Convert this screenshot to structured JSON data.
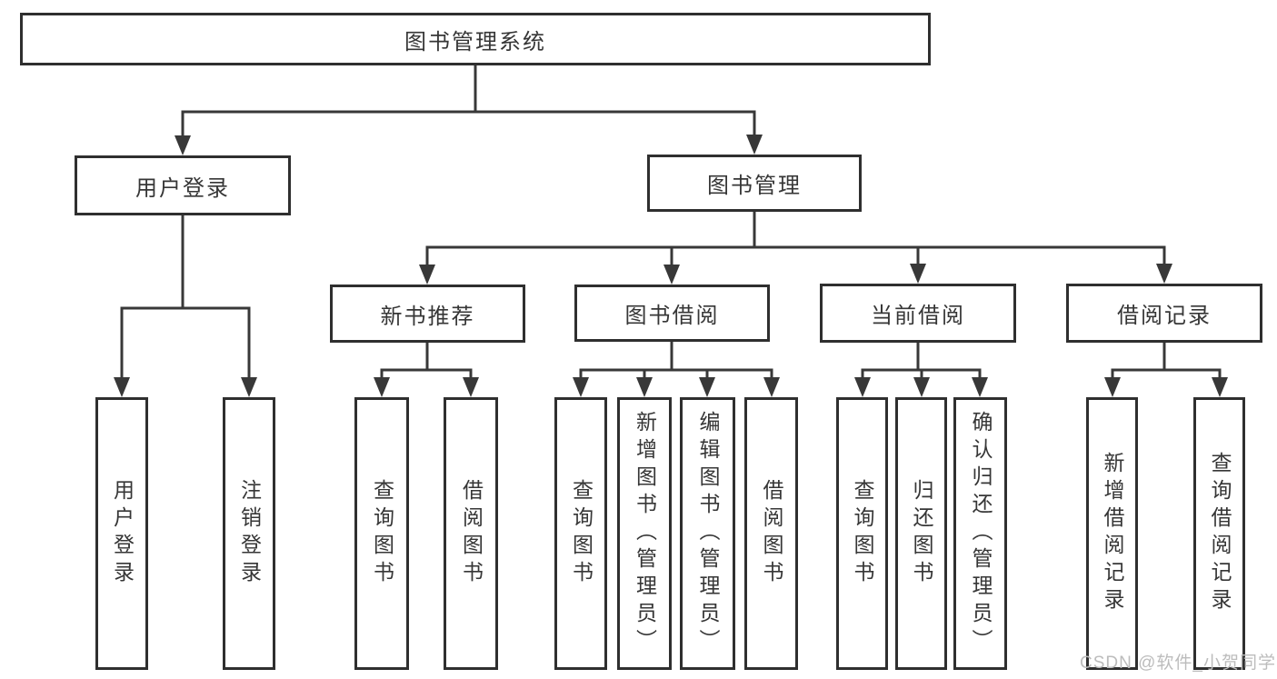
{
  "diagram_title": "图书管理系统",
  "chart_type": "tree-diagram",
  "tree": {
    "root": {
      "label": "图书管理系统"
    },
    "children": [
      {
        "label": "用户登录",
        "children": [
          {
            "label": "用户登录"
          },
          {
            "label": "注销登录"
          }
        ]
      },
      {
        "label": "图书管理",
        "children": [
          {
            "label": "新书推荐",
            "children": [
              {
                "label": "查询图书"
              },
              {
                "label": "借阅图书"
              }
            ]
          },
          {
            "label": "图书借阅",
            "children": [
              {
                "label": "查询图书"
              },
              {
                "label": "新增图书（管理员）"
              },
              {
                "label": "编辑图书（管理员）"
              },
              {
                "label": "借阅图书"
              }
            ]
          },
          {
            "label": "当前借阅",
            "children": [
              {
                "label": "查询图书"
              },
              {
                "label": "归还图书"
              },
              {
                "label": "确认归还（管理员）"
              }
            ]
          },
          {
            "label": "借阅记录",
            "children": [
              {
                "label": "新增借阅记录"
              },
              {
                "label": "查询借阅记录"
              }
            ]
          }
        ]
      }
    ]
  },
  "watermark": {
    "text": "CSDN @软件_小贺同学"
  },
  "colors": {
    "line": "#383838",
    "box_border": "#2f2f2f",
    "box_fill": "#ffffff",
    "text": "#363636",
    "watermark": "#bcbcbc"
  }
}
